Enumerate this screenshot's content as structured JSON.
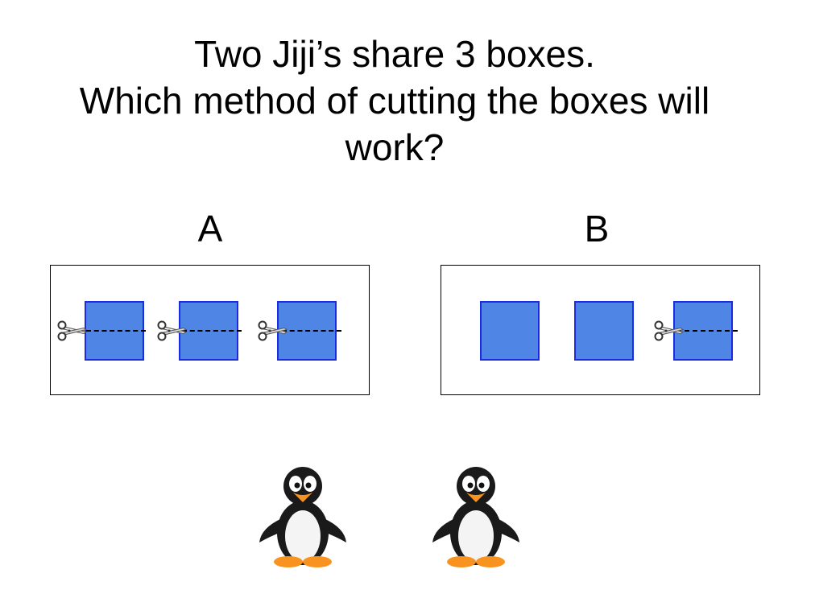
{
  "question": {
    "line1": "Two Jiji’s share 3 boxes.",
    "line2": "Which method of cutting the boxes will",
    "line3": "work?"
  },
  "options": {
    "a": {
      "label": "A",
      "boxes": 3,
      "boxes_cut": 3
    },
    "b": {
      "label": "B",
      "boxes": 3,
      "boxes_cut": 1
    }
  },
  "characters": {
    "count": 2,
    "icon": "penguin-icon"
  },
  "colors": {
    "box_fill": "#4f86e6",
    "box_border": "#1a2be0",
    "penguin_beak": "#f7931e"
  }
}
